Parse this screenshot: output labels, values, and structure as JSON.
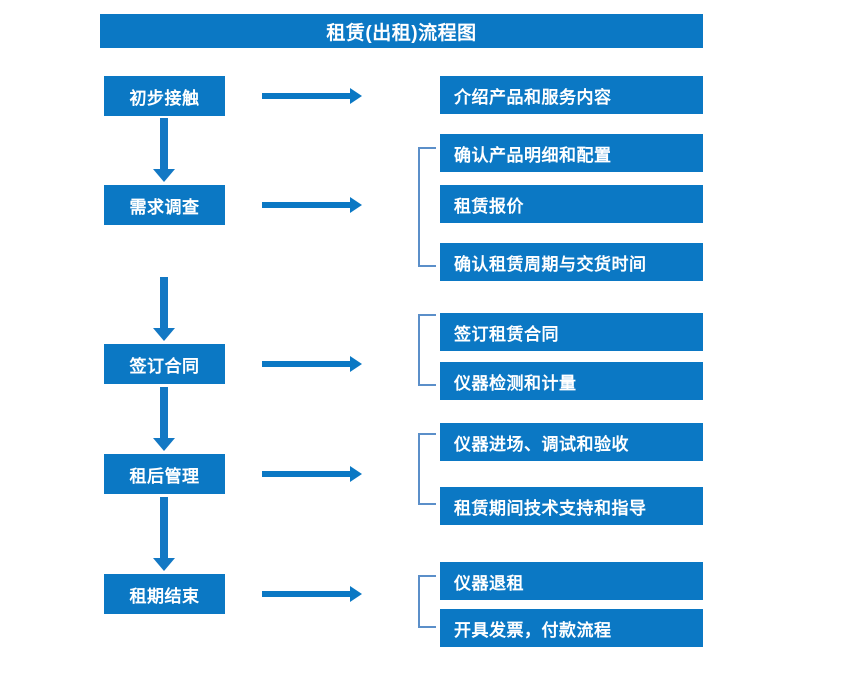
{
  "diagram": {
    "title": "租赁(出租)流程图",
    "accent_color": "#0B78C4",
    "bracket_color": "#5B8FC9",
    "text_color": "#FFFFFF",
    "background_color": "#FFFFFF"
  },
  "stages": [
    {
      "id": "stage-1",
      "label": "初步接触"
    },
    {
      "id": "stage-2",
      "label": "需求调查"
    },
    {
      "id": "stage-3",
      "label": "签订合同"
    },
    {
      "id": "stage-4",
      "label": "租后管理"
    },
    {
      "id": "stage-5",
      "label": "租期结束"
    }
  ],
  "details": [
    {
      "id": "detail-1-1",
      "stage": "初步接触",
      "label": "介绍产品和服务内容"
    },
    {
      "id": "detail-2-1",
      "stage": "需求调查",
      "label": "确认产品明细和配置"
    },
    {
      "id": "detail-2-2",
      "stage": "需求调查",
      "label": "租赁报价"
    },
    {
      "id": "detail-2-3",
      "stage": "需求调查",
      "label": "确认租赁周期与交货时间"
    },
    {
      "id": "detail-3-1",
      "stage": "签订合同",
      "label": "签订租赁合同"
    },
    {
      "id": "detail-3-2",
      "stage": "签订合同",
      "label": "仪器检测和计量"
    },
    {
      "id": "detail-4-1",
      "stage": "租后管理",
      "label": "仪器进场、调试和验收"
    },
    {
      "id": "detail-4-2",
      "stage": "租后管理",
      "label": "租赁期间技术支持和指导"
    },
    {
      "id": "detail-5-1",
      "stage": "租期结束",
      "label": "仪器退租"
    },
    {
      "id": "detail-5-2",
      "stage": "租期结束",
      "label": "开具发票，付款流程"
    }
  ],
  "connectors": {
    "horizontal_arrow_count": 5,
    "vertical_arrow_count": 4,
    "bracket_count": 4
  }
}
